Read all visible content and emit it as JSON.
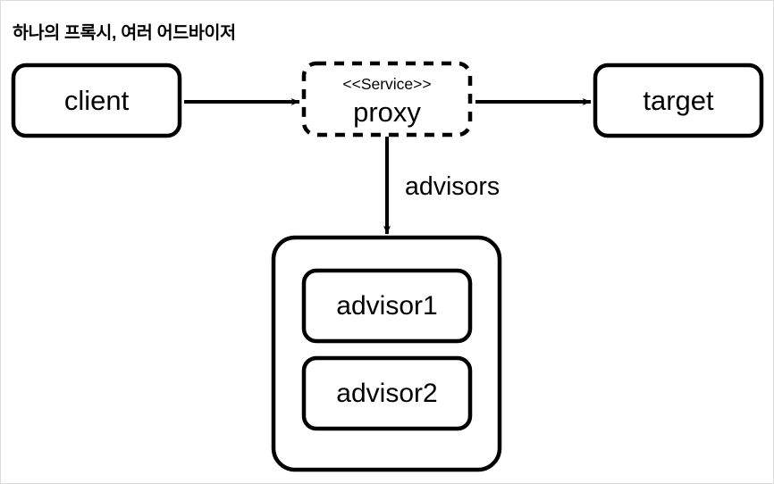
{
  "diagram": {
    "title": "하나의 프록시, 여러 어드바이저",
    "type": "uml-component-flow",
    "background_color": "#ffffff",
    "stroke_color": "#000000",
    "frame_border_color": "#dcdcdc",
    "nodes": {
      "client": {
        "label": "client",
        "shape": "rounded-rect",
        "border_style": "solid"
      },
      "proxy": {
        "stereotype": "<<Service>>",
        "label": "proxy",
        "shape": "rounded-rect",
        "border_style": "dashed"
      },
      "target": {
        "label": "target",
        "shape": "rounded-rect",
        "border_style": "solid"
      },
      "advisor_container": {
        "label": "",
        "shape": "rounded-rect",
        "border_style": "solid"
      },
      "advisor1": {
        "label": "advisor1",
        "shape": "rounded-rect",
        "border_style": "solid"
      },
      "advisor2": {
        "label": "advisor2",
        "shape": "rounded-rect",
        "border_style": "solid"
      }
    },
    "edges": [
      {
        "from": "client",
        "to": "proxy",
        "label": "",
        "direction": "right"
      },
      {
        "from": "proxy",
        "to": "target",
        "label": "",
        "direction": "right"
      },
      {
        "from": "proxy",
        "to": "advisor_container",
        "label": "advisors",
        "direction": "down"
      }
    ]
  }
}
